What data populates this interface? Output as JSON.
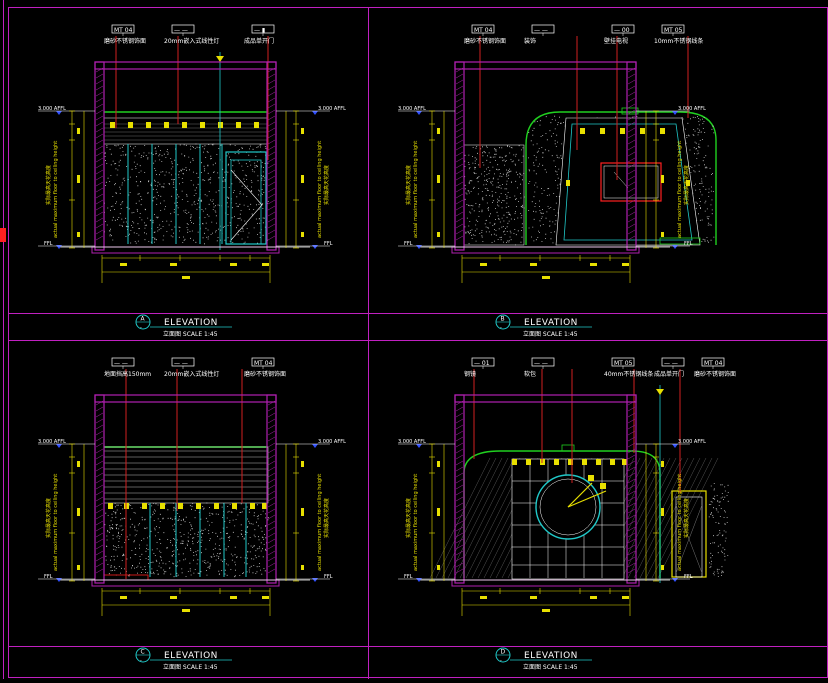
{
  "colors": {
    "background": "#000000",
    "frame": "#c020c0",
    "wall": "#b020b0",
    "leader": "#d02020",
    "dim": "#e8e000",
    "green": "#20d020",
    "cyan": "#20c8c8",
    "white": "#ffffff",
    "level": "#3050ff",
    "red": "#ff2020"
  },
  "panels": [
    {
      "letter": "A",
      "title": "ELEVATION",
      "subtitle": "立面图  SCALE 1:45",
      "tags": [
        {
          "code": "MT 04",
          "callout": "磨砂不锈钢饰面"
        },
        {
          "code": "— —",
          "callout": "20mm嵌入式线性灯"
        },
        {
          "code": "— ▮",
          "callout": "成品单开门"
        }
      ],
      "level_top": "3.000 AFFL",
      "level_bottom": "FFL",
      "side_note": "actual maximum floor to ceiling height",
      "side_note_cn": "实际最高天花高度"
    },
    {
      "letter": "B",
      "title": "ELEVATION",
      "subtitle": "立面图  SCALE 1:45",
      "tags": [
        {
          "code": "MT 04",
          "callout": "磨砂不锈钢饰面"
        },
        {
          "code": "— —",
          "callout": "装饰"
        },
        {
          "code": "— 00",
          "callout": "壁挂电视"
        },
        {
          "code": "MT 05",
          "callout": "10mm不锈钢线条"
        }
      ],
      "level_top": "3.000 AFFL",
      "level_bottom": "FFL",
      "side_note": "actual maximum floor to ceiling height",
      "side_note_cn": "实际最高天花高度"
    },
    {
      "letter": "C",
      "title": "ELEVATION",
      "subtitle": "立面图  SCALE 1:45",
      "tags": [
        {
          "code": "— —",
          "callout": "地面挡高150mm"
        },
        {
          "code": "— —",
          "callout": "20mm嵌入式线性灯"
        },
        {
          "code": "MT 04",
          "callout": "磨砂不锈钢饰面"
        }
      ],
      "level_top": "3.000 AFFL",
      "level_bottom": "FFL",
      "side_note": "actual maximum floor to ceiling height",
      "side_note_cn": "实际最高天花高度"
    },
    {
      "letter": "D",
      "title": "ELEVATION",
      "subtitle": "立面图  SCALE 1:45",
      "tags": [
        {
          "code": "— 01",
          "callout": "钢镜"
        },
        {
          "code": "— —",
          "callout": "软包"
        },
        {
          "code": "MT 05",
          "callout": "40mm不锈钢线条"
        },
        {
          "code": "— —",
          "callout": "成品单开门"
        },
        {
          "code": "MT 04",
          "callout": "磨砂不锈钢饰面"
        }
      ],
      "level_top": "3.000 AFFL",
      "level_bottom": "FFL",
      "side_note": "actual maximum floor to ceiling height",
      "side_note_cn": "实际最高天花高度"
    }
  ]
}
